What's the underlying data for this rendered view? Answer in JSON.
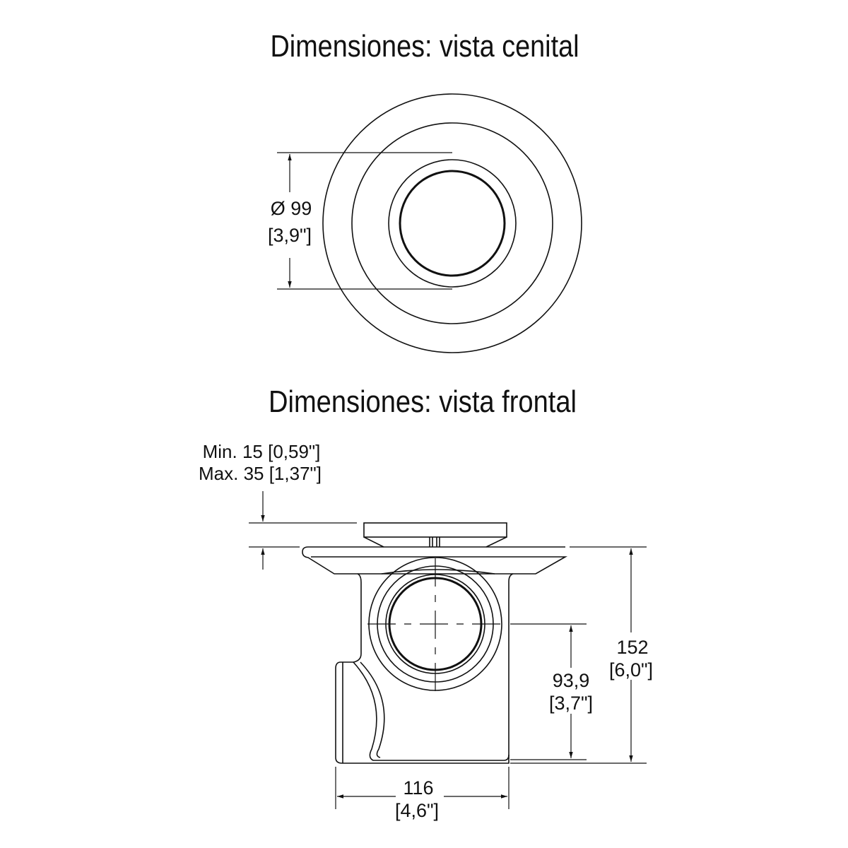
{
  "top_view": {
    "title": "Dimensiones: vista cenital",
    "diameter_mm": "Ø 99",
    "diameter_in": "[3,9\"]"
  },
  "front_view": {
    "title": "Dimensiones: vista frontal",
    "min_label": "Min. 15 [0,59\"]",
    "max_label": "Max. 35 [1,37\"]",
    "height_mm": "152",
    "height_in": "[6,0\"]",
    "outlet_height_mm": "93,9",
    "outlet_height_in": "[3,7\"]",
    "width_mm": "116",
    "width_in": "[4,6\"]"
  },
  "colors": {
    "line": "#111111",
    "background": "#ffffff"
  }
}
